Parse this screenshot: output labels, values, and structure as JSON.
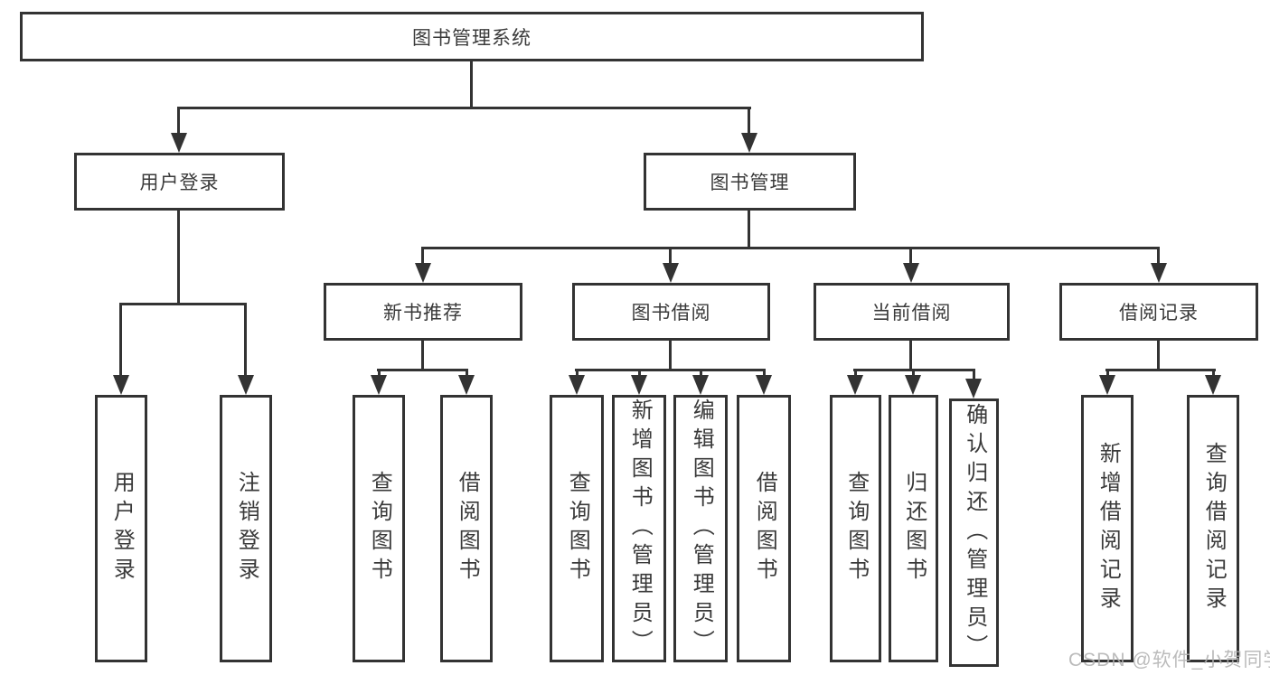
{
  "diagram": {
    "root": {
      "label": "图书管理系统"
    },
    "level2": [
      {
        "label": "用户登录"
      },
      {
        "label": "图书管理"
      }
    ],
    "level3": [
      {
        "label": "新书推荐"
      },
      {
        "label": "图书借阅"
      },
      {
        "label": "当前借阅"
      },
      {
        "label": "借阅记录"
      }
    ],
    "leaves": {
      "user_login": [
        "用户登录",
        "注销登录"
      ],
      "new_book": [
        "查询图书",
        "借阅图书"
      ],
      "book_borrow": [
        "查询图书",
        "新增图书（管理员）",
        "编辑图书（管理员）",
        "借阅图书"
      ],
      "current_borrow": [
        "查询图书",
        "归还图书",
        "确认归还（管理员）"
      ],
      "borrow_record": [
        "新增借阅记录",
        "查询借阅记录"
      ]
    }
  },
  "watermark": {
    "text": "CSDN @软件_小贺同学"
  },
  "colors": {
    "line": "#333333",
    "text": "#3a3a3a",
    "watermark": "#b0b0b0",
    "background": "#ffffff"
  }
}
